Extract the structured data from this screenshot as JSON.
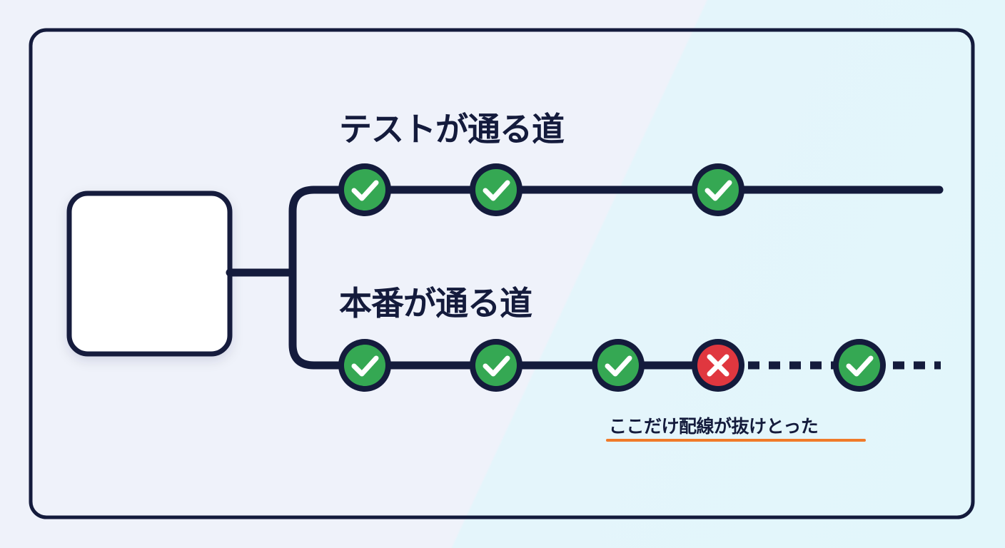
{
  "routes": {
    "test_title": "テストが通る道",
    "prod_title": "本番が通る道"
  },
  "test_checkpoints": [
    {
      "status": "ok",
      "icon": "check-icon"
    },
    {
      "status": "ok",
      "icon": "check-icon"
    },
    {
      "status": "ok",
      "icon": "check-icon"
    }
  ],
  "prod_checkpoints": [
    {
      "status": "ok",
      "icon": "check-icon"
    },
    {
      "status": "ok",
      "icon": "check-icon"
    },
    {
      "status": "ok",
      "icon": "check-icon"
    },
    {
      "status": "fail",
      "icon": "cross-icon"
    },
    {
      "status": "ok",
      "icon": "check-icon"
    }
  ],
  "annotation": {
    "text": "ここだけ配線が抜けとった"
  },
  "colors": {
    "line": "#141b3c",
    "ok": "#35a853",
    "fail": "#e0373f",
    "underline": "#f07a2a",
    "frame_bg": "#f3f5fc"
  }
}
